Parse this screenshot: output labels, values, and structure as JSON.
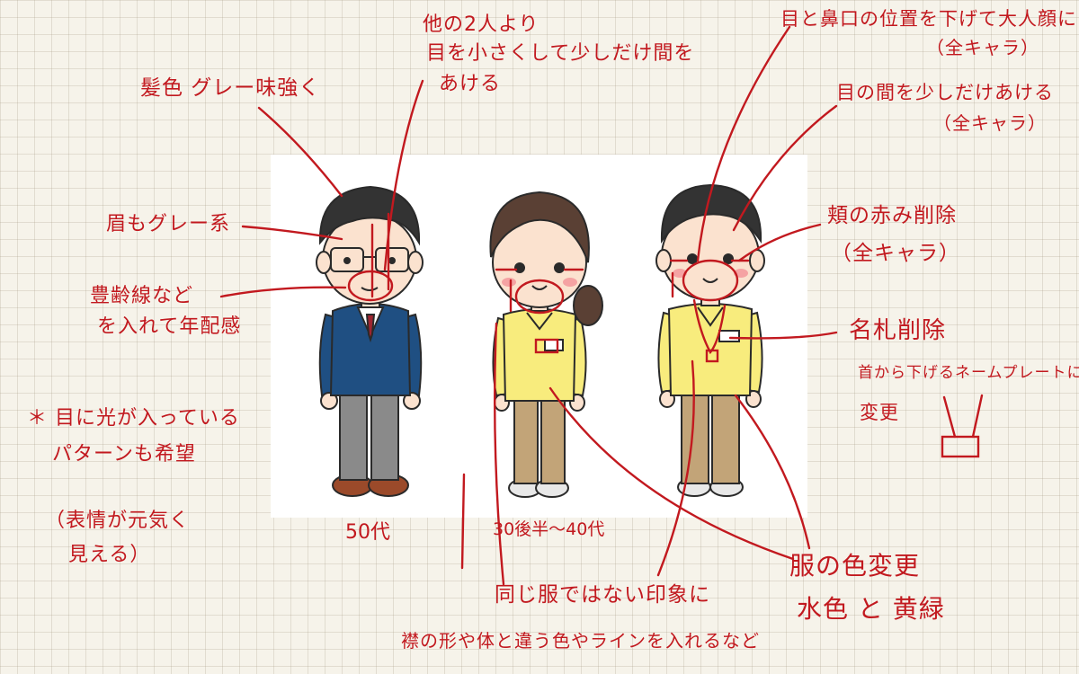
{
  "colors": {
    "annotation_ink": "#c2191f",
    "paper": "#f6f3ea",
    "grid": "#c9c0ad",
    "sweater_navy": "#1f4f82",
    "polo_yellow": "#f8ec7d",
    "pants_tan": "#c2a478",
    "pants_gray": "#8a8a8a",
    "hair_brown": "#5a4034",
    "hair_dark": "#333333"
  },
  "characters": {
    "left_age": "50代",
    "middle_age": "30後半～40代"
  },
  "notes": {
    "hair_color": "髪色 グレー味強く",
    "eyes_smaller_l1": "他の2人より",
    "eyes_smaller_l2": "目を小さくして少しだけ間を",
    "eyes_smaller_l3": "あける",
    "eyebrow_gray": "眉もグレー系",
    "wrinkles_l1": "豊齢線など",
    "wrinkles_l2": "を入れて年配感",
    "eye_shine_l1": "＊ 目に光が入っている",
    "eye_shine_l2": "パターンも希望",
    "eye_shine_l3": "（表情が元気く",
    "eye_shine_l4": "見える）",
    "lower_eyes_l1": "目と鼻口の位置を下げて大人顔に",
    "lower_eyes_l2": "（全キャラ）",
    "eye_gap_l1": "目の間を少しだけあける",
    "eye_gap_l2": "（全キャラ）",
    "cheek_l1": "頬の赤み削除",
    "cheek_l2": "（全キャラ）",
    "nametag_l1": "名札削除",
    "nametag_l2": "首から下げるネームプレートに",
    "nametag_l3": "変更",
    "outfit_color_l1": "服の色変更",
    "outfit_color_l2": "水色 と 黄緑",
    "same_uniform_l1": "同じ服ではない印象に",
    "same_uniform_l2": "襟の形や体と違う色やラインを入れるなど"
  }
}
